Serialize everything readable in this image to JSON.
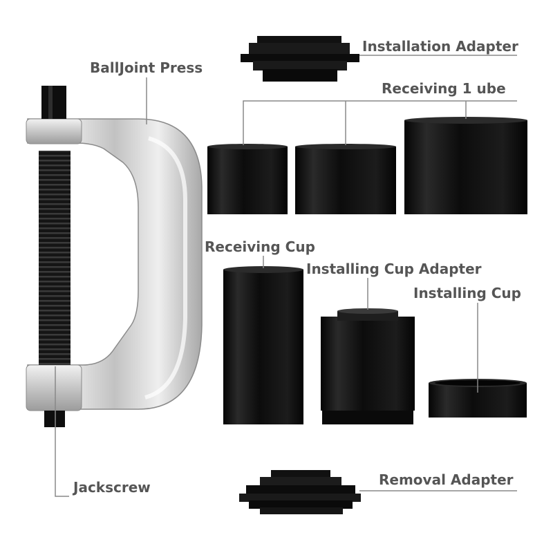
{
  "labels": {
    "balljoint_press": "BallJoint Press",
    "installation_adapter": "Installation Adapter",
    "receiving_tube": "Receiving 1 ube",
    "receiving_cup": "Receiving Cup",
    "installing_cup_adapter": "Installing Cup Adapter",
    "installing_cup": "Installing Cup",
    "jackscrew": "Jackscrew",
    "removal_adapter": "Removal Adapter"
  },
  "colors": {
    "label_text": "#555555",
    "leader_line": "#888888",
    "part_black": "#111111",
    "press_silver": "#d4d4d4"
  }
}
